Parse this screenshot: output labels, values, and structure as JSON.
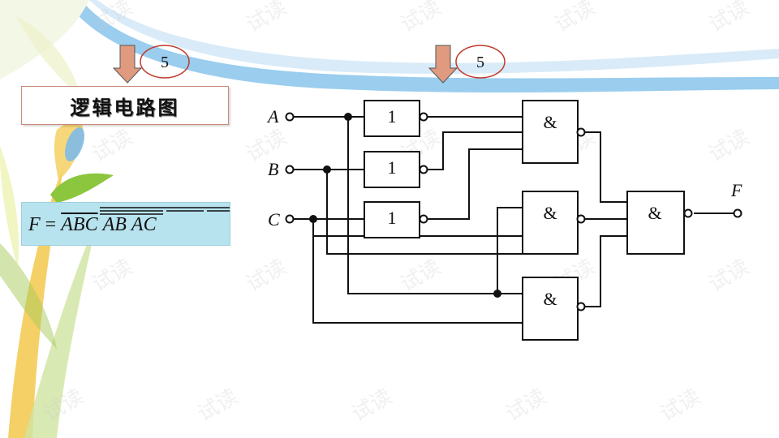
{
  "slide": {
    "title": "逻辑电路图",
    "step_badge_left": "5",
    "step_badge_right": "5",
    "formula": {
      "lhs": "F",
      "eq": "=",
      "terms": [
        "A",
        "B",
        "C",
        "AB",
        "AC"
      ]
    }
  },
  "circuit": {
    "inputs": [
      "A",
      "B",
      "C"
    ],
    "output": "F",
    "not_gate_symbol": "1",
    "and_gate_symbol": "&"
  },
  "watermark": "试读",
  "colors": {
    "formula_bg": "#b7e3ef",
    "badge_border": "#c0392b",
    "arrow_fill": "#e09a80",
    "swoosh": "#8fc8ec",
    "leaf_yellow": "#f2c84b",
    "leaf_green": "#8cc63f"
  }
}
